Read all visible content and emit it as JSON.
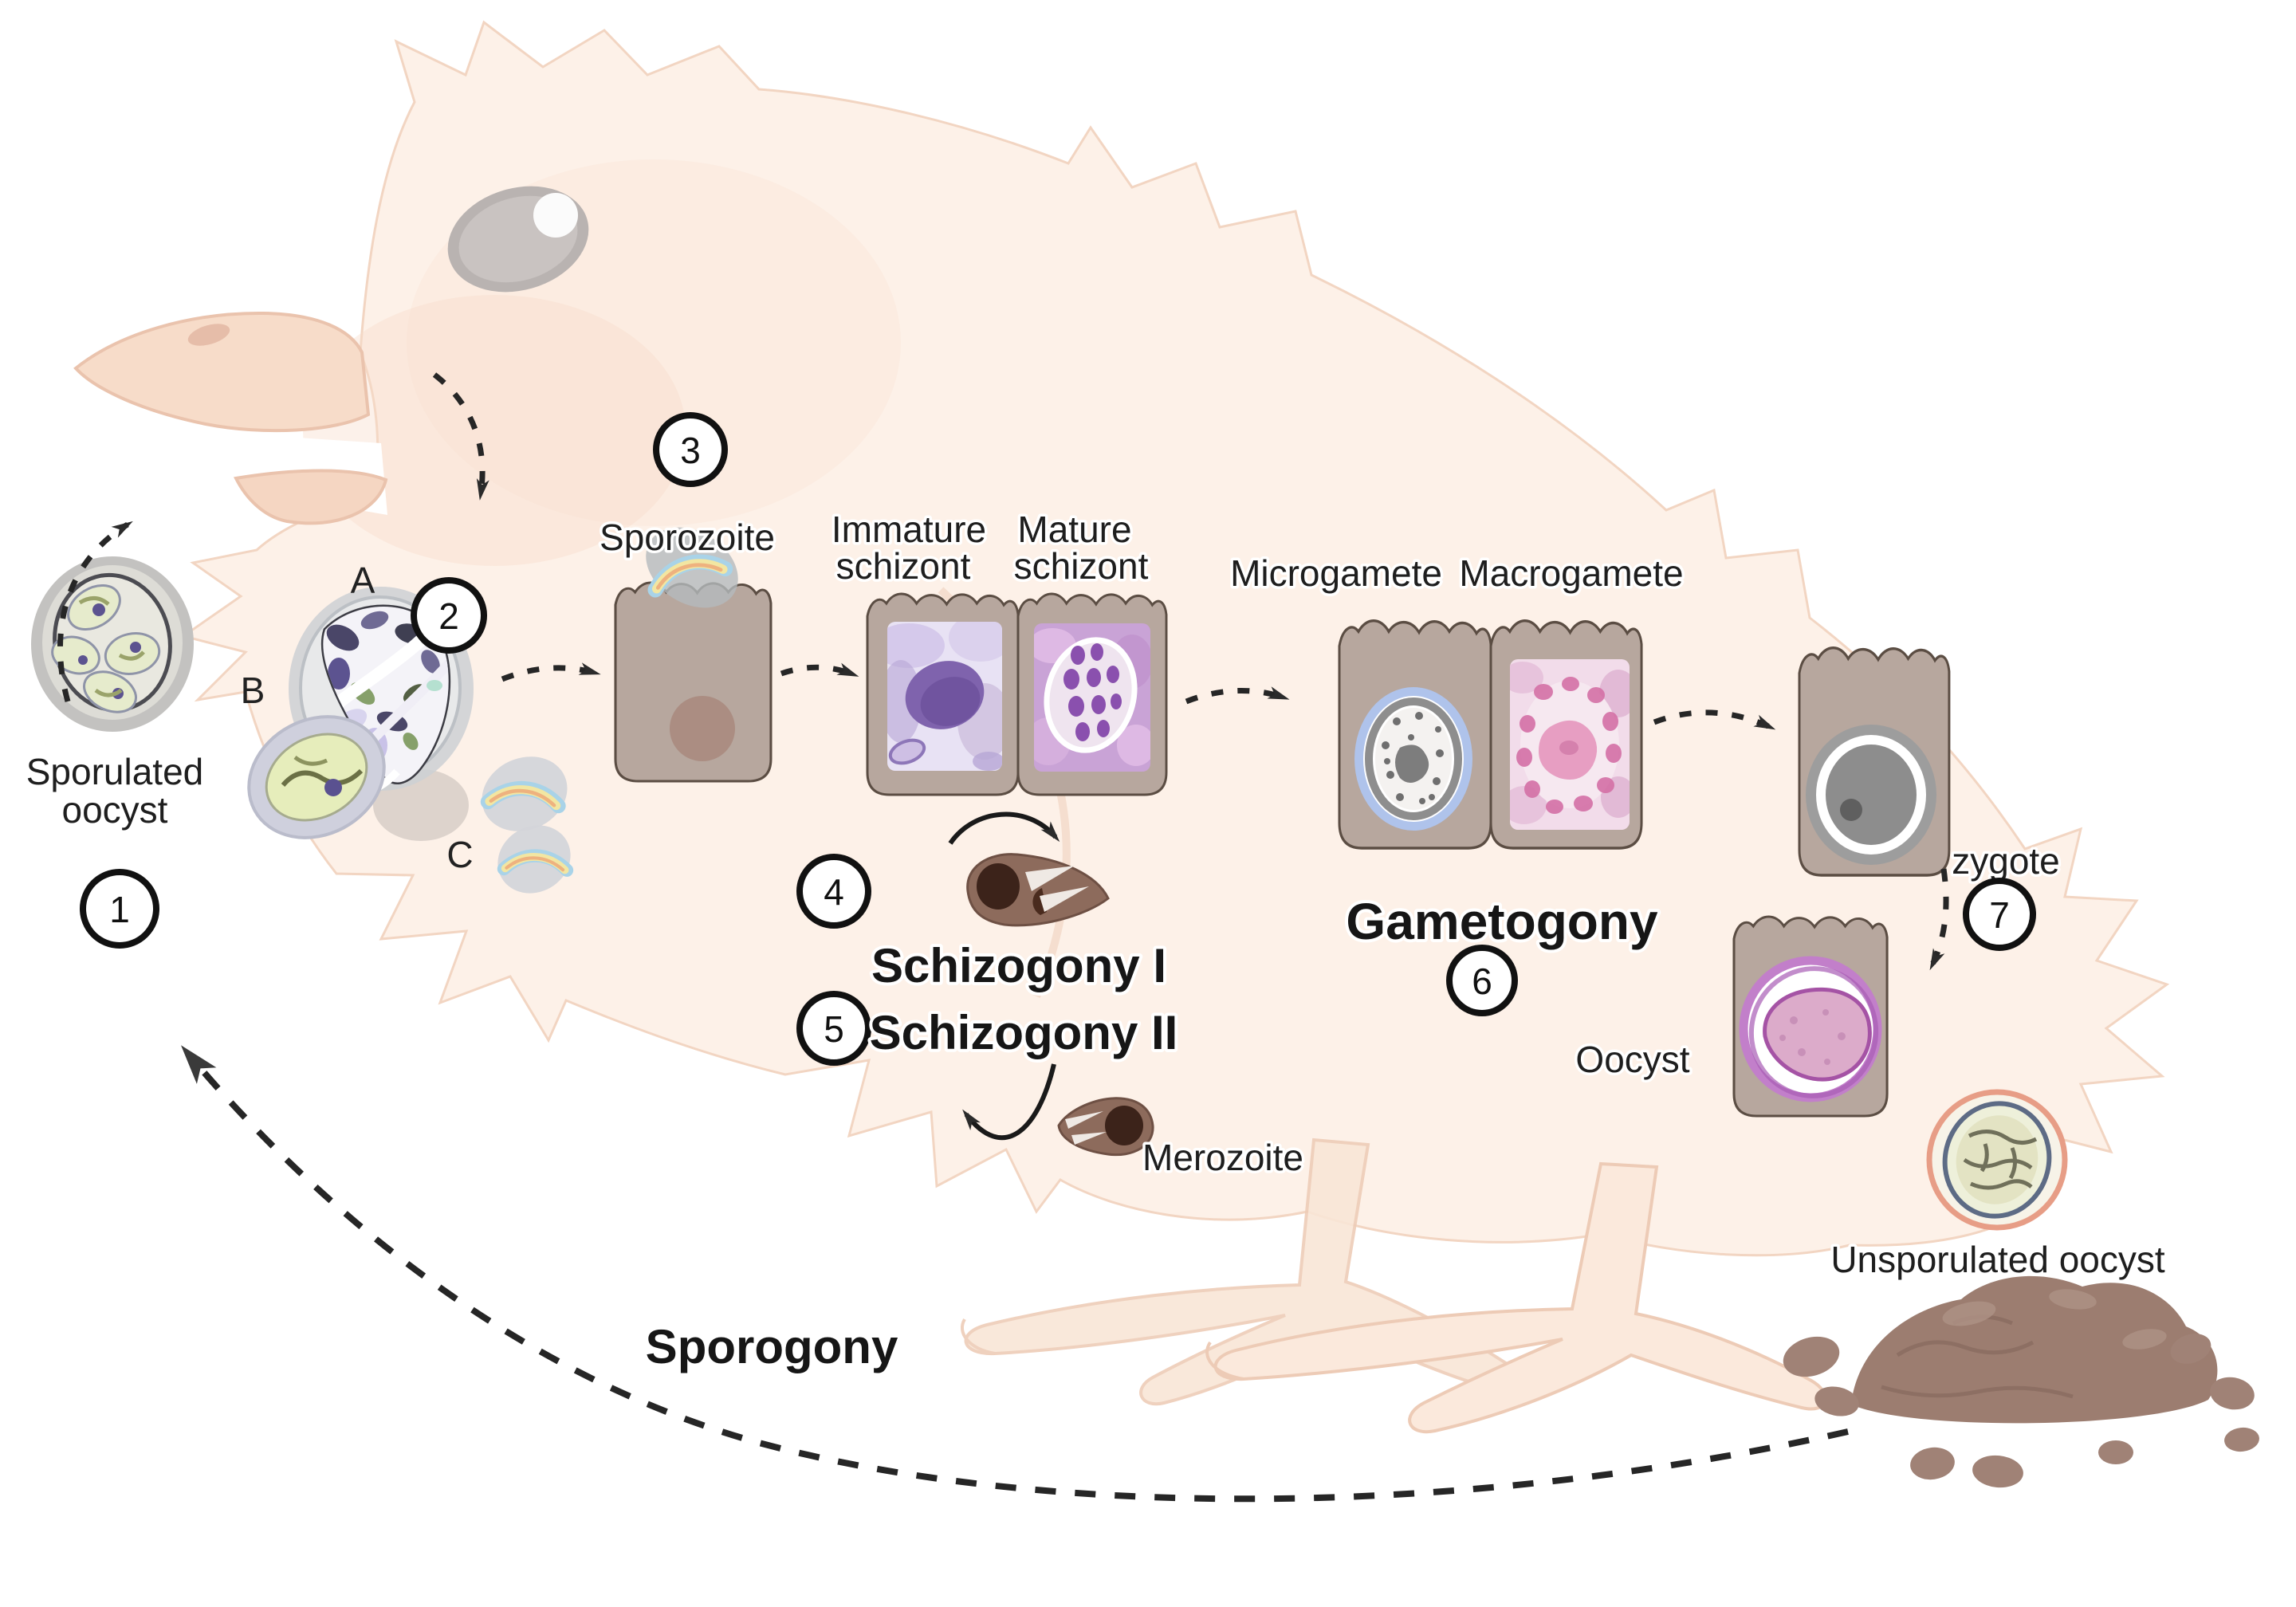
{
  "labels": {
    "sporulated_line1": "Sporulated",
    "sporulated_line2": "oocyst",
    "letter_a": "A",
    "letter_b": "B",
    "letter_c": "C",
    "sporozoite": "Sporozoite",
    "immature_line1": "Immature",
    "immature_line2": "schizont",
    "mature_line1": "Mature",
    "mature_line2": "schizont",
    "microgamete": "Microgamete",
    "macrogamete": "Macrogamete",
    "zygote": "zygote",
    "schizogony1": "Schizogony I",
    "schizogony2": "Schizogony II",
    "merozoite": "Merozoite",
    "gametogony": "Gametogony",
    "oocyst": "Oocyst",
    "unsporulated": "Unsporulated oocyst",
    "sporogony": "Sporogony"
  },
  "steps": {
    "s1": "1",
    "s2": "2",
    "s3": "3",
    "s4": "4",
    "s5": "5",
    "s6": "6",
    "s7": "7"
  },
  "colors": {
    "chick_body": "#fdf1e8",
    "chick_outline": "#f2d5c2",
    "cell_fill": "#b7a79e",
    "cell_outline": "#5b4d43",
    "nucleus": "#ab8d82",
    "histology_purple": "#7f63ad",
    "histology_pink": "#e8b7d4",
    "oocyst_pink_ring": "#c27fca",
    "microgamete_ring_blue": "#aec4ef",
    "feces_brown": "#9c7d70",
    "arrow_dark": "#262626",
    "merozoite_brown": "#8d6b5c",
    "rainbow_blue": "#a9d3e8",
    "rainbow_yellow": "#f2e6a2",
    "rainbow_orange": "#eeb27f",
    "unsporulated_ring": "#e79d86"
  }
}
